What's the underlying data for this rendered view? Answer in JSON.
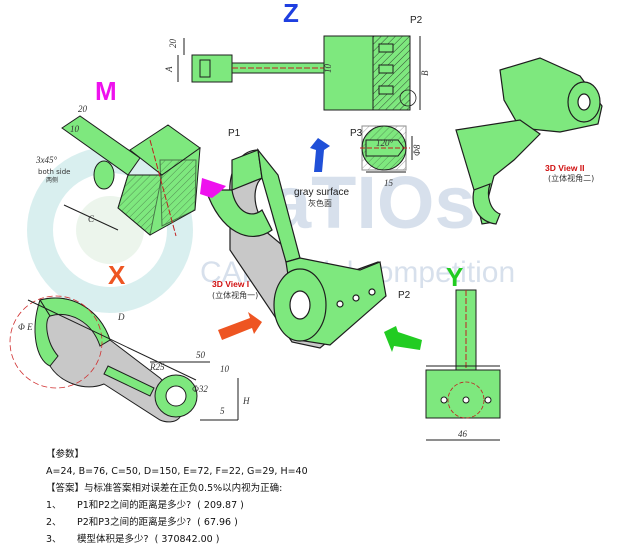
{
  "views": {
    "z": "Z",
    "m": "M",
    "x": "X",
    "y": "Y",
    "view1_title": "3D View I",
    "view1_sub": "(立体视角一)",
    "view2_title": "3D View II",
    "view2_sub": "(立体视角二)",
    "gray_surface": "gray surface",
    "gray_surface_cn": "灰色面"
  },
  "points": {
    "p1": "P1",
    "p2": "P2",
    "p3": "P3"
  },
  "dims": {
    "d20a": "20",
    "a": "A",
    "d10": "10",
    "b": "B",
    "d120": "120°",
    "phi8": "Φ8",
    "d15": "15",
    "d20b": "20",
    "d10b": "10",
    "d3x45": "3x45°",
    "both_sides": "both side",
    "both_sides_cn": "两侧",
    "c": "C",
    "d": "D",
    "phiE": "Φ E",
    "r25": "R25",
    "d50": "50",
    "d10c": "10",
    "phi32": "Φ32",
    "h": "H",
    "d5": "5",
    "d46": "46"
  },
  "logo": {
    "brand": "aTIOs",
    "subtitle": "CAD Model competition"
  },
  "info": {
    "params_heading": "【参数】",
    "params": "A=24, B=76, C=50, D=150, E=72, F=22, G=29, H=40",
    "answer_heading": "【答案】与标准答案相对误差在正负0.5%以内视为正确:",
    "questions": [
      {
        "num": "1、",
        "text": "P1和P2之间的距离是多少?",
        "answer": "( 209.87 )"
      },
      {
        "num": "2、",
        "text": "P2和P3之间的距离是多少?",
        "answer": "( 67.96 )"
      },
      {
        "num": "3、",
        "text": "模型体积是多少?",
        "answer": "( 370842.00 )"
      }
    ]
  },
  "colors": {
    "part_green": "#7ee87e",
    "outline": "#1e1e1e",
    "gray": "#c8c8c8",
    "axis_blue": "#1f3fe0",
    "axis_magenta": "#ee11ee",
    "axis_red": "#ee5522",
    "axis_green": "#22cc22",
    "label_red": "#d01010"
  }
}
